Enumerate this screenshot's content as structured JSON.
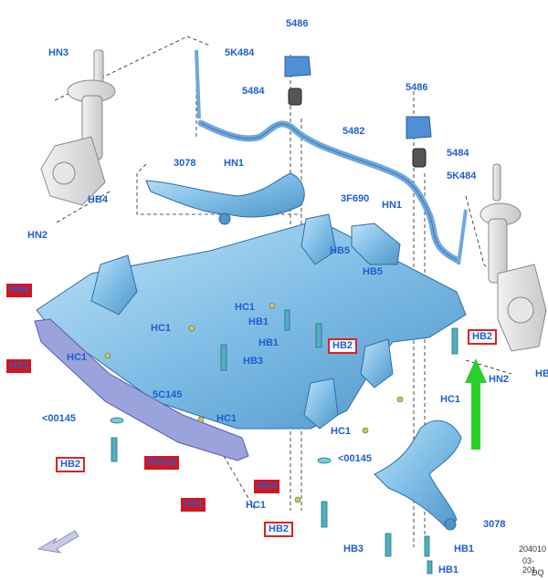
{
  "labels": {
    "hn3_top": "HN3",
    "k5484_top": "5K484",
    "n5486_a": "5486",
    "n5484_a": "5484",
    "n5486_b": "5486",
    "n5482": "5482",
    "n5484_b": "5484",
    "k5484_right": "5K484",
    "n3078_top": "3078",
    "hn1_a": "HN1",
    "hb4": "HB4",
    "hn2_left": "HN2",
    "n3f690": "3F690",
    "hn1_b": "HN1",
    "hb5_a": "HB5",
    "hb5_b": "HB5",
    "hn2_right": "HN2",
    "hn4_left": "HN4",
    "hs1_left": "HS1",
    "hc1_a": "HC1",
    "hb1_a": "HB1",
    "hc1_b": "HC1",
    "hb1_b": "HB1",
    "hb2_center": "HB2",
    "hb2_right": "HB2",
    "hc1_left": "HC1",
    "hb3_mid": "HB3",
    "n5c145": "5C145",
    "hc1_c": "HC1",
    "hc1_right": "HC1",
    "k00145_left": "<00145",
    "hc1_d": "HC1",
    "k00145_right": "<00145",
    "hb2_left": "HB2",
    "n5d032": "5D032",
    "hn4_bottom": "HN4",
    "hs1_bottom": "HS1",
    "hc1_bottom": "HC1",
    "hb2_bottom": "HB2",
    "n3078_bottom": "3078",
    "hb3_bottom": "HB3",
    "hb1_bottom_a": "HB1",
    "hb1_bottom_b": "HB1",
    "hb_edge": "HB"
  },
  "footer": {
    "code1": "204010",
    "code2": "03-201",
    "code3": "DQ"
  },
  "colors": {
    "label_blue": "#1f5fd0",
    "highlight_red": "#e02020",
    "part_blue": "#8fc6ea",
    "arrow_green": "#28d028"
  }
}
